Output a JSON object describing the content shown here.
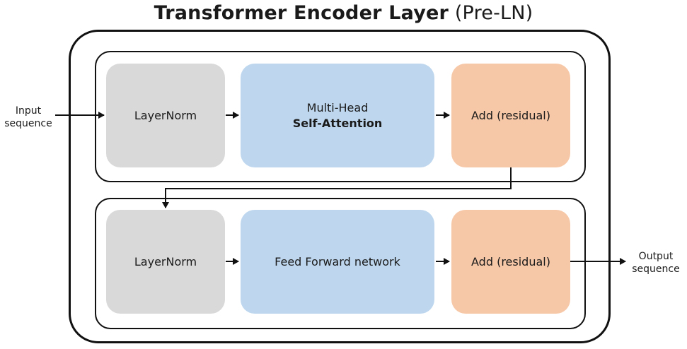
{
  "title": {
    "main": "Transformer Encoder Layer",
    "paren": "(Pre-LN)"
  },
  "input": {
    "line1": "Input",
    "line2": "sequence"
  },
  "output": {
    "line1": "Output",
    "line2": "sequence"
  },
  "block1": {
    "norm": "LayerNorm",
    "attn_line1": "Multi-Head",
    "attn_line2": "Self-Attention",
    "add": "Add (residual)"
  },
  "block2": {
    "norm": "LayerNorm",
    "ffn": "Feed Forward network",
    "add": "Add (residual)"
  },
  "colors": {
    "norm": "#d9d9d9",
    "sublayer": "#bed7ee",
    "residual": "#f7c8a8",
    "stroke": "#111111"
  }
}
